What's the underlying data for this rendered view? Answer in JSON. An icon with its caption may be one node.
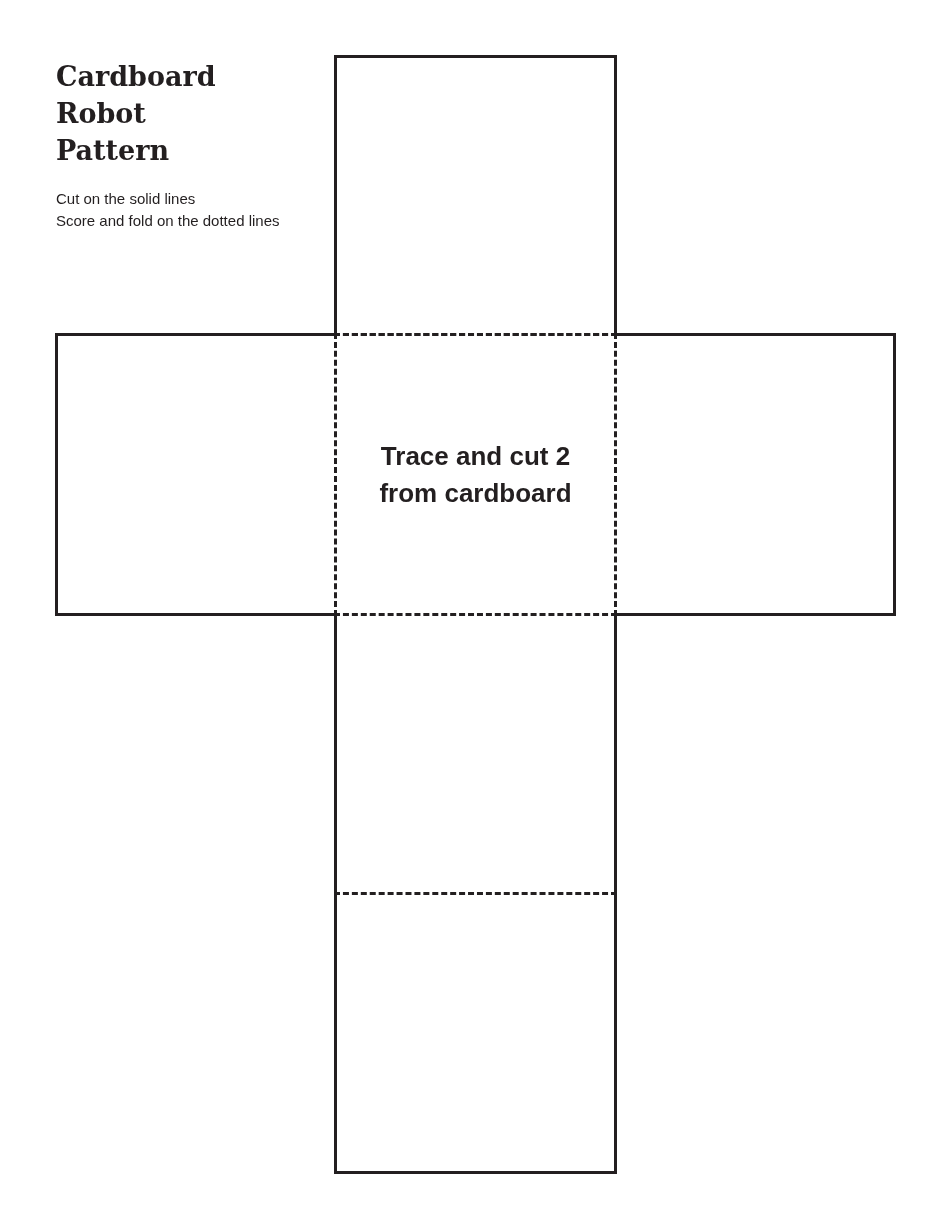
{
  "diagram": {
    "title": "Cardboard Robot Pattern",
    "nodes": [
      {
        "text": [],
        "shape": "box"
      },
      {
        "text": [],
        "shape": "box"
      },
      {
        "text": [
          "Trace and cut 2 from cardboard"
        ]
      },
      {
        "text": [],
        "shape": "box"
      },
      {
        "text": [],
        "shape": "box"
      },
      {
        "text": [],
        "shape": "box"
      }
    ],
    "labels": [
      "Cut on the solid lines",
      "Score and fold on the dotted lines"
    ]
  }
}
